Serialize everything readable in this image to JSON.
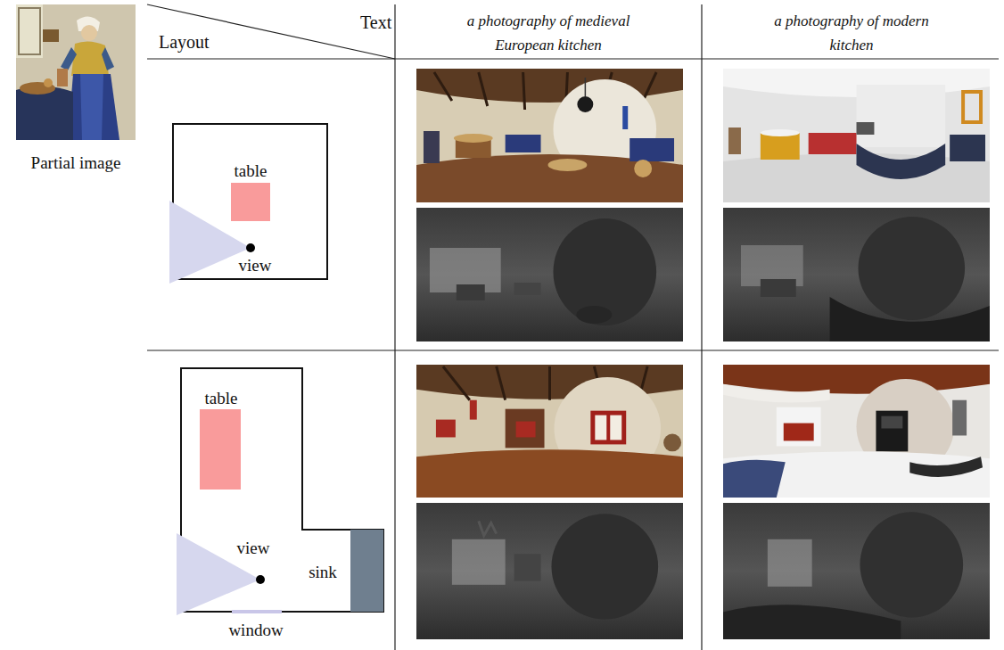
{
  "diagram": {
    "nodes": [
      {
        "text": [
          "table"
        ]
      },
      {
        "text": [
          "view"
        ]
      },
      {
        "text": [
          "table"
        ]
      },
      {
        "text": [
          "view"
        ]
      },
      {
        "text": [
          "sink"
        ]
      }
    ],
    "labels": [
      "Text",
      "Layout",
      "a photography of medieval European kitchen",
      "a photography of modern kitchen",
      "Partial image",
      "window"
    ]
  }
}
